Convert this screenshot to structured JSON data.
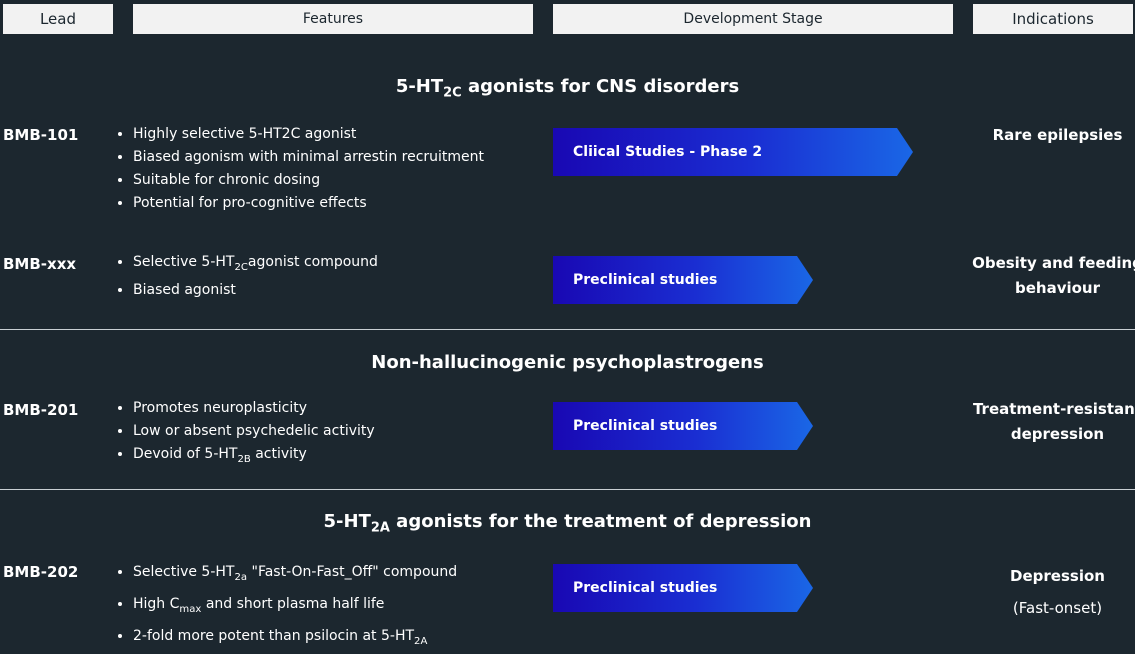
{
  "headers": {
    "lead": "Lead",
    "features": "Features",
    "stage": "Development Stage",
    "indications": "Indications"
  },
  "sections": [
    {
      "title_pre": "5-HT",
      "title_sub": "2C",
      "title_post": " agonists for CNS disorders",
      "rows": [
        {
          "lead": "BMB-101",
          "features": [
            {
              "pre": "Highly selective 5-HT2C agonist",
              "sub": "",
              "post": ""
            },
            {
              "pre": "Biased agonism with minimal arrestin recruitment",
              "sub": "",
              "post": ""
            },
            {
              "pre": "Suitable for chronic dosing",
              "sub": "",
              "post": ""
            },
            {
              "pre": "Potential for pro-cognitive effects",
              "sub": "",
              "post": ""
            }
          ],
          "stage": "Cliical Studies - Phase 2",
          "indications": [
            "Rare epilepsies"
          ]
        },
        {
          "lead": "BMB-xxx",
          "features": [
            {
              "pre": "Selective 5-HT",
              "sub": "2C",
              "post": "agonist compound"
            },
            {
              "pre": "Biased agonist",
              "sub": "",
              "post": ""
            }
          ],
          "stage": "Preclinical studies",
          "indications": [
            "Obesity and feeding",
            "behaviour"
          ]
        }
      ]
    },
    {
      "title_pre": "Non-hallucinogenic psychoplastrogens",
      "title_sub": "",
      "title_post": "",
      "rows": [
        {
          "lead": "BMB-201",
          "features": [
            {
              "pre": "Promotes neuroplasticity",
              "sub": "",
              "post": ""
            },
            {
              "pre": "Low or absent psychedelic activity",
              "sub": "",
              "post": ""
            },
            {
              "pre": "Devoid of 5-HT",
              "sub": "2B",
              "post": " activity"
            }
          ],
          "stage": "Preclinical studies",
          "indications": [
            "Treatment-resistant",
            "depression"
          ]
        }
      ]
    },
    {
      "title_pre": "5-HT",
      "title_sub": "2A",
      "title_post": " agonists for the treatment of depression",
      "rows": [
        {
          "lead": "BMB-202",
          "features": [
            {
              "pre": "Selective 5-HT",
              "sub": "2a",
              "post": " \"Fast-On-Fast_Off\" compound"
            },
            {
              "pre": "High C",
              "sub": "max",
              "post": " and short plasma half life"
            },
            {
              "pre": "2-fold more potent than psilocin at 5-HT",
              "sub": "2A",
              "post": ""
            }
          ],
          "stage": "Preclinical studies",
          "indications": [
            "Depression",
            "(Fast-onset)"
          ]
        }
      ]
    }
  ]
}
